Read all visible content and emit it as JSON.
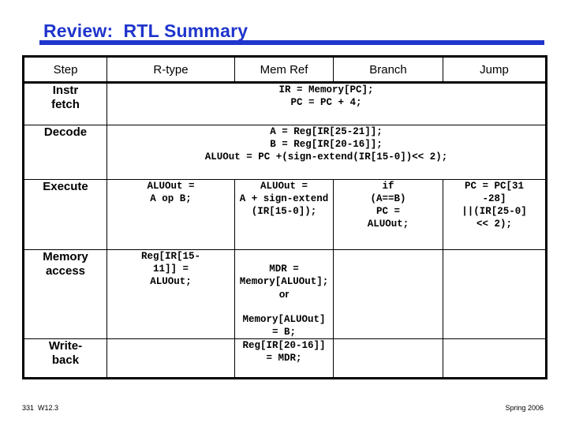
{
  "slide": {
    "title": "Review:  RTL Summary",
    "accent_color": "#1f35cc"
  },
  "table": {
    "headers": [
      "Step",
      "R-type",
      "Mem Ref",
      "Branch",
      "Jump"
    ],
    "rows": [
      {
        "step": "Instr\nfetch",
        "span": true,
        "span_text": "IR = Memory[PC];\nPC = PC + 4;"
      },
      {
        "step": "Decode",
        "span": true,
        "span_text": "A = Reg[IR[25-21]];\nB = Reg[IR[20-16]];\nALUOut = PC +(sign-extend(IR[15-0])<< 2);"
      },
      {
        "step": "Execute",
        "span": false,
        "rtype": "ALUOut =\nA op B;",
        "memref": "ALUOut =\nA + sign-extend\n(IR[15-0]);",
        "branch": "if\n(A==B)\nPC =\nALUOut;",
        "jump": "PC =  PC[31\n-28]\n||(IR[25-0]\n<< 2);"
      },
      {
        "step": "Memory\naccess",
        "span": false,
        "rtype": "Reg[IR[15-\n11]] =\nALUOut;",
        "memref_part1": "MDR =\nMemory[ALUOut];",
        "memref_or": "or",
        "memref_part2": "Memory[ALUOut]\n= B;",
        "branch": "",
        "jump": ""
      },
      {
        "step": "Write-\nback",
        "span": false,
        "rtype": "",
        "memref": "Reg[IR[20-16]]\n= MDR;",
        "branch": "",
        "jump": ""
      }
    ]
  },
  "footer": {
    "left": "331  W12.3",
    "right": "Spring 2006"
  }
}
